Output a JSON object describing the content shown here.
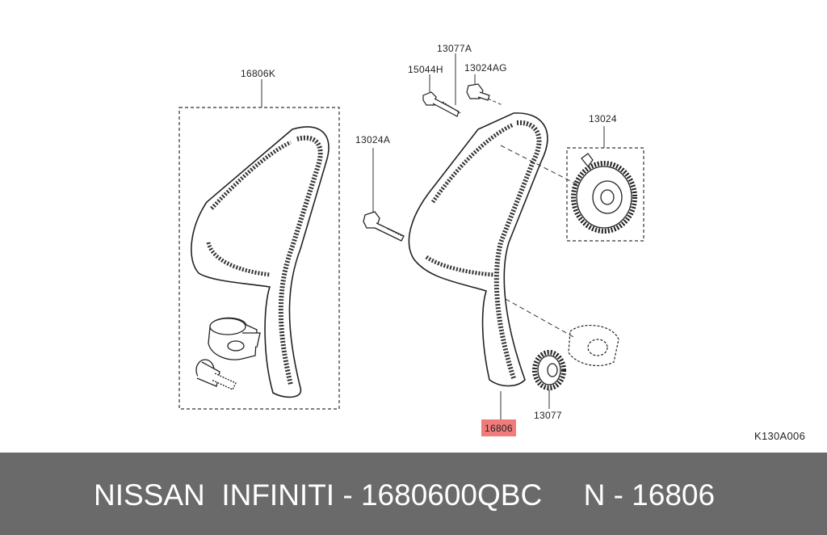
{
  "diagram": {
    "callouts": {
      "belt_kit": "16806K",
      "stud": "13077A",
      "bolt_15044h": "15044H",
      "bolt_13024ag": "13024AG",
      "cam_sprocket": "13024",
      "tensioner_bolt": "13024A",
      "crank_sprocket": "13077",
      "belt": "16806"
    },
    "drawing_code": "K130A006",
    "highlight_color": "#f07b7b"
  },
  "footer": {
    "text": "NISSAN  INFINITI - 1680600QBC     N - 16806",
    "background": "#6a6a6a"
  }
}
